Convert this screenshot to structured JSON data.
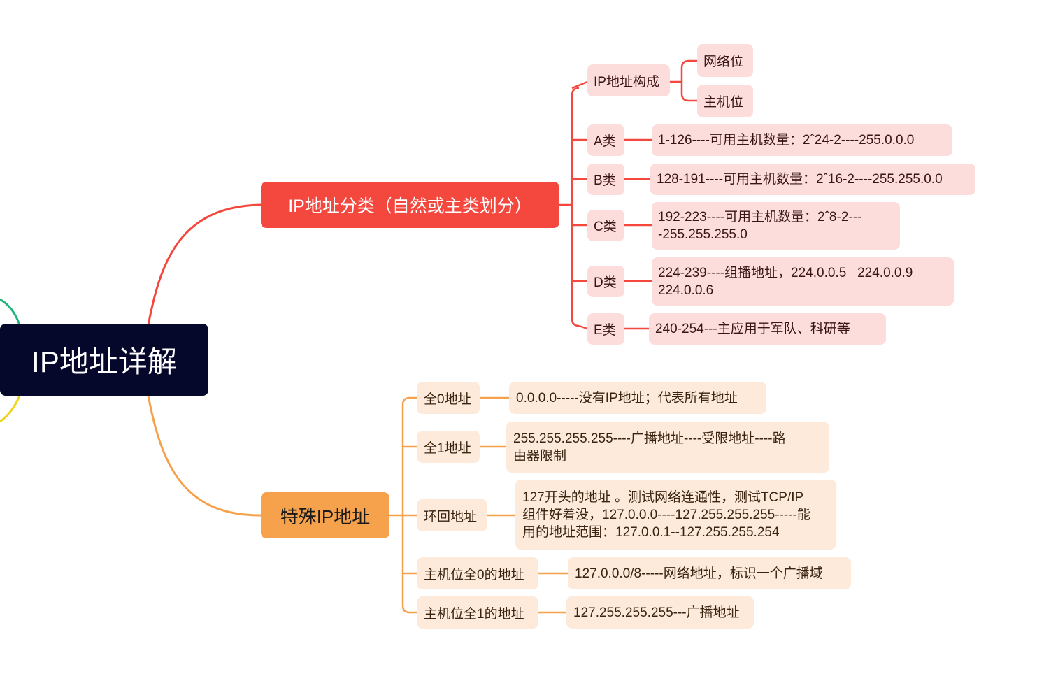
{
  "root": "IP地址详解",
  "branches": {
    "classification": {
      "label": "IP地址分类（自然或主类划分）",
      "children": {
        "composition": {
          "label": "IP地址构成",
          "parts": [
            "网络位",
            "主机位"
          ]
        },
        "classA": {
          "label": "A类",
          "detail": "1-126----可用主机数量：2ˆ24-2----255.0.0.0"
        },
        "classB": {
          "label": "B类",
          "detail": "128-191----可用主机数量：2ˆ16-2----255.255.0.0"
        },
        "classC": {
          "label": "C类",
          "detail": "192-223----可用主机数量：2ˆ8-2---\n-255.255.255.0"
        },
        "classD": {
          "label": "D类",
          "detail": "224-239----组播地址，224.0.0.5   224.0.0.9\n224.0.0.6"
        },
        "classE": {
          "label": "E类",
          "detail": "240-254---主应用于军队、科研等"
        }
      }
    },
    "special": {
      "label": "特殊IP地址",
      "children": {
        "all0": {
          "label": "全0地址",
          "detail": "0.0.0.0-----没有IP地址；代表所有地址"
        },
        "all1": {
          "label": "全1地址",
          "detail": "255.255.255.255----广播地址----受限地址----路\n由器限制"
        },
        "loopback": {
          "label": "环回地址",
          "detail": "127开头的地址 。测试网络连通性，测试TCP/IP\n组件好着没，127.0.0.0----127.255.255.255-----能\n用的地址范围：127.0.0.1--127.255.255.254"
        },
        "hostAll0": {
          "label": "主机位全0的地址",
          "detail": "127.0.0.0/8-----网络地址，标识一个广播域"
        },
        "hostAll1": {
          "label": "主机位全1的地址",
          "detail": "127.255.255.255---广播地址"
        }
      }
    }
  },
  "colors": {
    "root": "#05072b",
    "red": "#f4473d",
    "redLight": "#fddcdc",
    "orange": "#f6a24c",
    "orangeLight": "#fdeadb",
    "green": "#20b47a",
    "yellow": "#f2d21b"
  }
}
